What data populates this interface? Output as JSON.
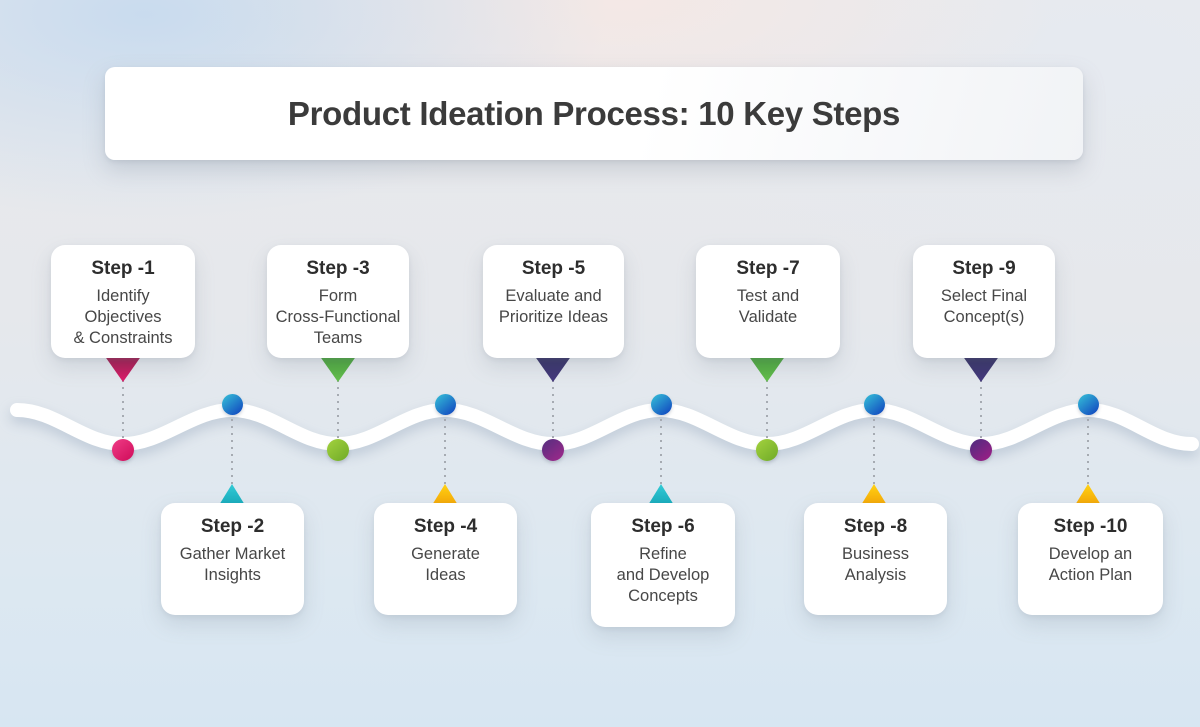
{
  "title": "Product Ideation Process: 10 Key Steps",
  "steps": [
    {
      "label": "Step -1",
      "description": "Identify\nObjectives\n& Constraints",
      "pointer": {
        "from": "#8f1041",
        "to": "#e21d6d"
      },
      "node": {
        "from": "#ef3c86",
        "to": "#cf0b59"
      }
    },
    {
      "label": "Step -2",
      "description": "Gather Market\nInsights",
      "pointer": {
        "from": "#35cbd6",
        "to": "#0da2b4"
      },
      "node": {
        "from": "#36c3d8",
        "to": "#0f3fbe"
      }
    },
    {
      "label": "Step -3",
      "description": "Form\nCross-Functional\nTeams",
      "pointer": {
        "from": "#3e9a30",
        "to": "#66c24e"
      },
      "node": {
        "from": "#a3d23e",
        "to": "#6faa28"
      }
    },
    {
      "label": "Step -4",
      "description": "Generate\nIdeas",
      "pointer": {
        "from": "#ffd215",
        "to": "#f39c00"
      },
      "node": {
        "from": "#36c3d8",
        "to": "#0f3fbe"
      }
    },
    {
      "label": "Step -5",
      "description": "Evaluate and\nPrioritize Ideas",
      "pointer": {
        "from": "#2a2659",
        "to": "#463a80"
      },
      "node": {
        "from": "#53307f",
        "to": "#a2278b"
      }
    },
    {
      "label": "Step -6",
      "description": "Refine\nand Develop\nConcepts",
      "pointer": {
        "from": "#35cbd6",
        "to": "#0da2b4"
      },
      "node": {
        "from": "#36c3d8",
        "to": "#0f3fbe"
      }
    },
    {
      "label": "Step -7",
      "description": "Test and\nValidate",
      "pointer": {
        "from": "#3e9a30",
        "to": "#66c24e"
      },
      "node": {
        "from": "#a3d23e",
        "to": "#6faa28"
      }
    },
    {
      "label": "Step -8",
      "description": "Business\nAnalysis",
      "pointer": {
        "from": "#ffd215",
        "to": "#f39c00"
      },
      "node": {
        "from": "#36c3d8",
        "to": "#0f3fbe"
      }
    },
    {
      "label": "Step -9",
      "description": "Select Final\nConcept(s)",
      "pointer": {
        "from": "#2a2659",
        "to": "#463a80"
      },
      "node": {
        "from": "#4b2d7f",
        "to": "#a21d86"
      }
    },
    {
      "label": "Step -10",
      "description": "Develop an\nAction Plan",
      "pointer": {
        "from": "#ffd215",
        "to": "#f39c00"
      },
      "node": {
        "from": "#36c3d8",
        "to": "#0f3fbe"
      }
    }
  ]
}
